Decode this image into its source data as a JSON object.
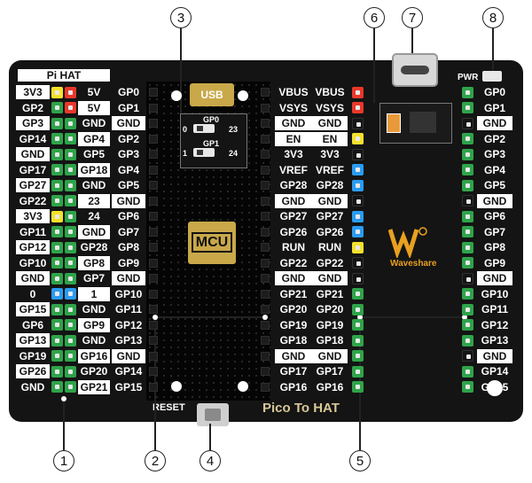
{
  "left_header": {
    "title": "Pi HAT",
    "rows": [
      {
        "l": "3V3",
        "r": "5V"
      },
      {
        "l": "GP2",
        "r": "5V"
      },
      {
        "l": "GP3",
        "r": "GND"
      },
      {
        "l": "GP14",
        "r": "GP4"
      },
      {
        "l": "GND",
        "r": "GP5"
      },
      {
        "l": "GP17",
        "r": "GP18"
      },
      {
        "l": "GP27",
        "r": "GND"
      },
      {
        "l": "GP22",
        "r": "23"
      },
      {
        "l": "3V3",
        "r": "24"
      },
      {
        "l": "GP11",
        "r": "GND"
      },
      {
        "l": "GP12",
        "r": "GP28"
      },
      {
        "l": "GP10",
        "r": "GP8"
      },
      {
        "l": "GND",
        "r": "GP7"
      },
      {
        "l": "0",
        "r": "1"
      },
      {
        "l": "GP15",
        "r": "GND"
      },
      {
        "l": "GP6",
        "r": "GP9"
      },
      {
        "l": "GP13",
        "r": "GND"
      },
      {
        "l": "GP19",
        "r": "GP16"
      },
      {
        "l": "GP26",
        "r": "GP20"
      },
      {
        "l": "GND",
        "r": "GP21"
      }
    ],
    "left_colors": [
      "#f5e12c",
      "#2fa34a",
      "#2fa34a",
      "#2fa34a",
      "#2fa34a",
      "#2fa34a",
      "#2fa34a",
      "#2fa34a",
      "#f5e12c",
      "#2fa34a",
      "#2fa34a",
      "#2fa34a",
      "#2fa34a",
      "#2b9bf0",
      "#2fa34a",
      "#2fa34a",
      "#2fa34a",
      "#2fa34a",
      "#2fa34a",
      "#2fa34a"
    ],
    "right_colors": [
      "#e8382a",
      "#e8382a",
      "#2fa34a",
      "#2fa34a",
      "#2fa34a",
      "#2fa34a",
      "#2fa34a",
      "#2fa34a",
      "#2fa34a",
      "#2fa34a",
      "#2fa34a",
      "#2fa34a",
      "#2fa34a",
      "#2b9bf0",
      "#2fa34a",
      "#2fa34a",
      "#2fa34a",
      "#2fa34a",
      "#2fa34a",
      "#2fa34a"
    ]
  },
  "pico_left_labels": [
    "GP0",
    "GP1",
    "GND",
    "GP2",
    "GP3",
    "GP4",
    "GP5",
    "GND",
    "GP6",
    "GP7",
    "GP8",
    "GP9",
    "GND",
    "GP10",
    "GP11",
    "GP12",
    "GP13",
    "GND",
    "GP14",
    "GP15"
  ],
  "pico_right_labels": [
    {
      "a": "VBUS",
      "b": "VBUS"
    },
    {
      "a": "VSYS",
      "b": "VSYS"
    },
    {
      "a": "GND",
      "b": "GND"
    },
    {
      "a": "EN",
      "b": "EN"
    },
    {
      "a": "3V3",
      "b": "3V3"
    },
    {
      "a": "VREF",
      "b": "VREF"
    },
    {
      "a": "GP28",
      "b": "GP28"
    },
    {
      "a": "GND",
      "b": "GND"
    },
    {
      "a": "GP27",
      "b": "GP27"
    },
    {
      "a": "GP26",
      "b": "GP26"
    },
    {
      "a": "RUN",
      "b": "RUN"
    },
    {
      "a": "GP22",
      "b": "GP22"
    },
    {
      "a": "GND",
      "b": "GND"
    },
    {
      "a": "GP21",
      "b": "GP21"
    },
    {
      "a": "GP20",
      "b": "GP20"
    },
    {
      "a": "GP19",
      "b": "GP19"
    },
    {
      "a": "GP18",
      "b": "GP18"
    },
    {
      "a": "GND",
      "b": "GND"
    },
    {
      "a": "GP17",
      "b": "GP17"
    },
    {
      "a": "GP16",
      "b": "GP16"
    }
  ],
  "pico_right_pin_colors": [
    "#e8382a",
    "#e8382a",
    "#141414",
    "#f5e12c",
    "#141414",
    "#2b9bf0",
    "#2b9bf0",
    "#141414",
    "#2b9bf0",
    "#2b9bf0",
    "#f5e12c",
    "#141414",
    "#141414",
    "#2fa34a",
    "#2fa34a",
    "#2fa34a",
    "#2fa34a",
    "#2fa34a",
    "#2fa34a",
    "#2fa34a"
  ],
  "far_right_labels": [
    "GP0",
    "GP1",
    "GND",
    "GP2",
    "GP3",
    "GP4",
    "GP5",
    "GND",
    "GP6",
    "GP7",
    "GP8",
    "GP9",
    "GND",
    "GP10",
    "GP11",
    "GP12",
    "GP13",
    "GND",
    "GP14",
    "GP15"
  ],
  "far_right_pin_colors": [
    "#2fa34a",
    "#2fa34a",
    "#141414",
    "#2fa34a",
    "#2fa34a",
    "#2fa34a",
    "#2fa34a",
    "#141414",
    "#2fa34a",
    "#2fa34a",
    "#2fa34a",
    "#2fa34a",
    "#141414",
    "#2fa34a",
    "#2fa34a",
    "#2fa34a",
    "#2fa34a",
    "#141414",
    "#2fa34a",
    "#2fa34a"
  ],
  "board_text": {
    "usb": "USB",
    "mcu": "MCU",
    "gp0": "GP0",
    "gp1": "GP1",
    "sw0_left": "0",
    "sw0_right": "23",
    "sw1_left": "1",
    "sw1_right": "24",
    "pwr": "PWR",
    "reset": "RESET",
    "title": "Pico To HAT",
    "brand": "Waveshare"
  },
  "callouts": [
    "1",
    "2",
    "3",
    "4",
    "5",
    "6",
    "7",
    "8"
  ],
  "colors": {
    "board": "#141414",
    "green": "#2fa34a",
    "red": "#e8382a",
    "yellow": "#f5e12c",
    "blue": "#2b9bf0",
    "gold": "#c9a84a",
    "logo": "#e8a020"
  }
}
